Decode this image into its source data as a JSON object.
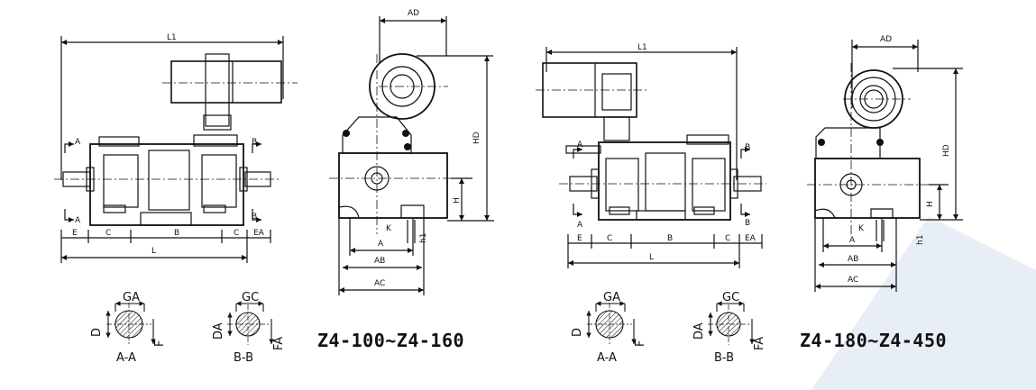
{
  "left_drawing": {
    "side_view": {
      "overall_length": "L1",
      "section_markers": [
        "A",
        "A",
        "B",
        "B"
      ],
      "bottom_dims": [
        "E",
        "C",
        "B",
        "C",
        "EA"
      ],
      "total_length": "L"
    },
    "end_view": {
      "width_top": "AD",
      "height_total": "HD",
      "shaft_height": "H",
      "foot_hole": "K",
      "foot_thickness": "h1",
      "foot_spacing": "A",
      "base_width": "AB",
      "overall_width": "AC"
    },
    "section_aa": {
      "width": "GA",
      "diameter": "D",
      "key": "F",
      "caption": "A-A"
    },
    "section_bb": {
      "width": "GC",
      "diameter": "DA",
      "key": "FA",
      "caption": "B-B"
    },
    "model_range": "Z4-100~Z4-160"
  },
  "right_drawing": {
    "side_view": {
      "overall_length": "L1",
      "section_markers": [
        "A",
        "A",
        "B",
        "B"
      ],
      "bottom_dims": [
        "E",
        "C",
        "B",
        "C",
        "EA"
      ],
      "total_length": "L"
    },
    "end_view": {
      "width_top": "AD",
      "height_total": "HD",
      "shaft_height": "H",
      "foot_hole": "K",
      "foot_thickness": "h1",
      "foot_spacing": "A",
      "base_width": "AB",
      "overall_width": "AC"
    },
    "section_aa": {
      "width": "GA",
      "diameter": "D",
      "key": "F",
      "caption": "A-A"
    },
    "section_bb": {
      "width": "GC",
      "diameter": "DA",
      "key": "FA",
      "caption": "B-B"
    },
    "model_range": "Z4-180~Z4-450"
  },
  "colors": {
    "line": "#111111",
    "accent_triangle": "#e7eef5"
  }
}
